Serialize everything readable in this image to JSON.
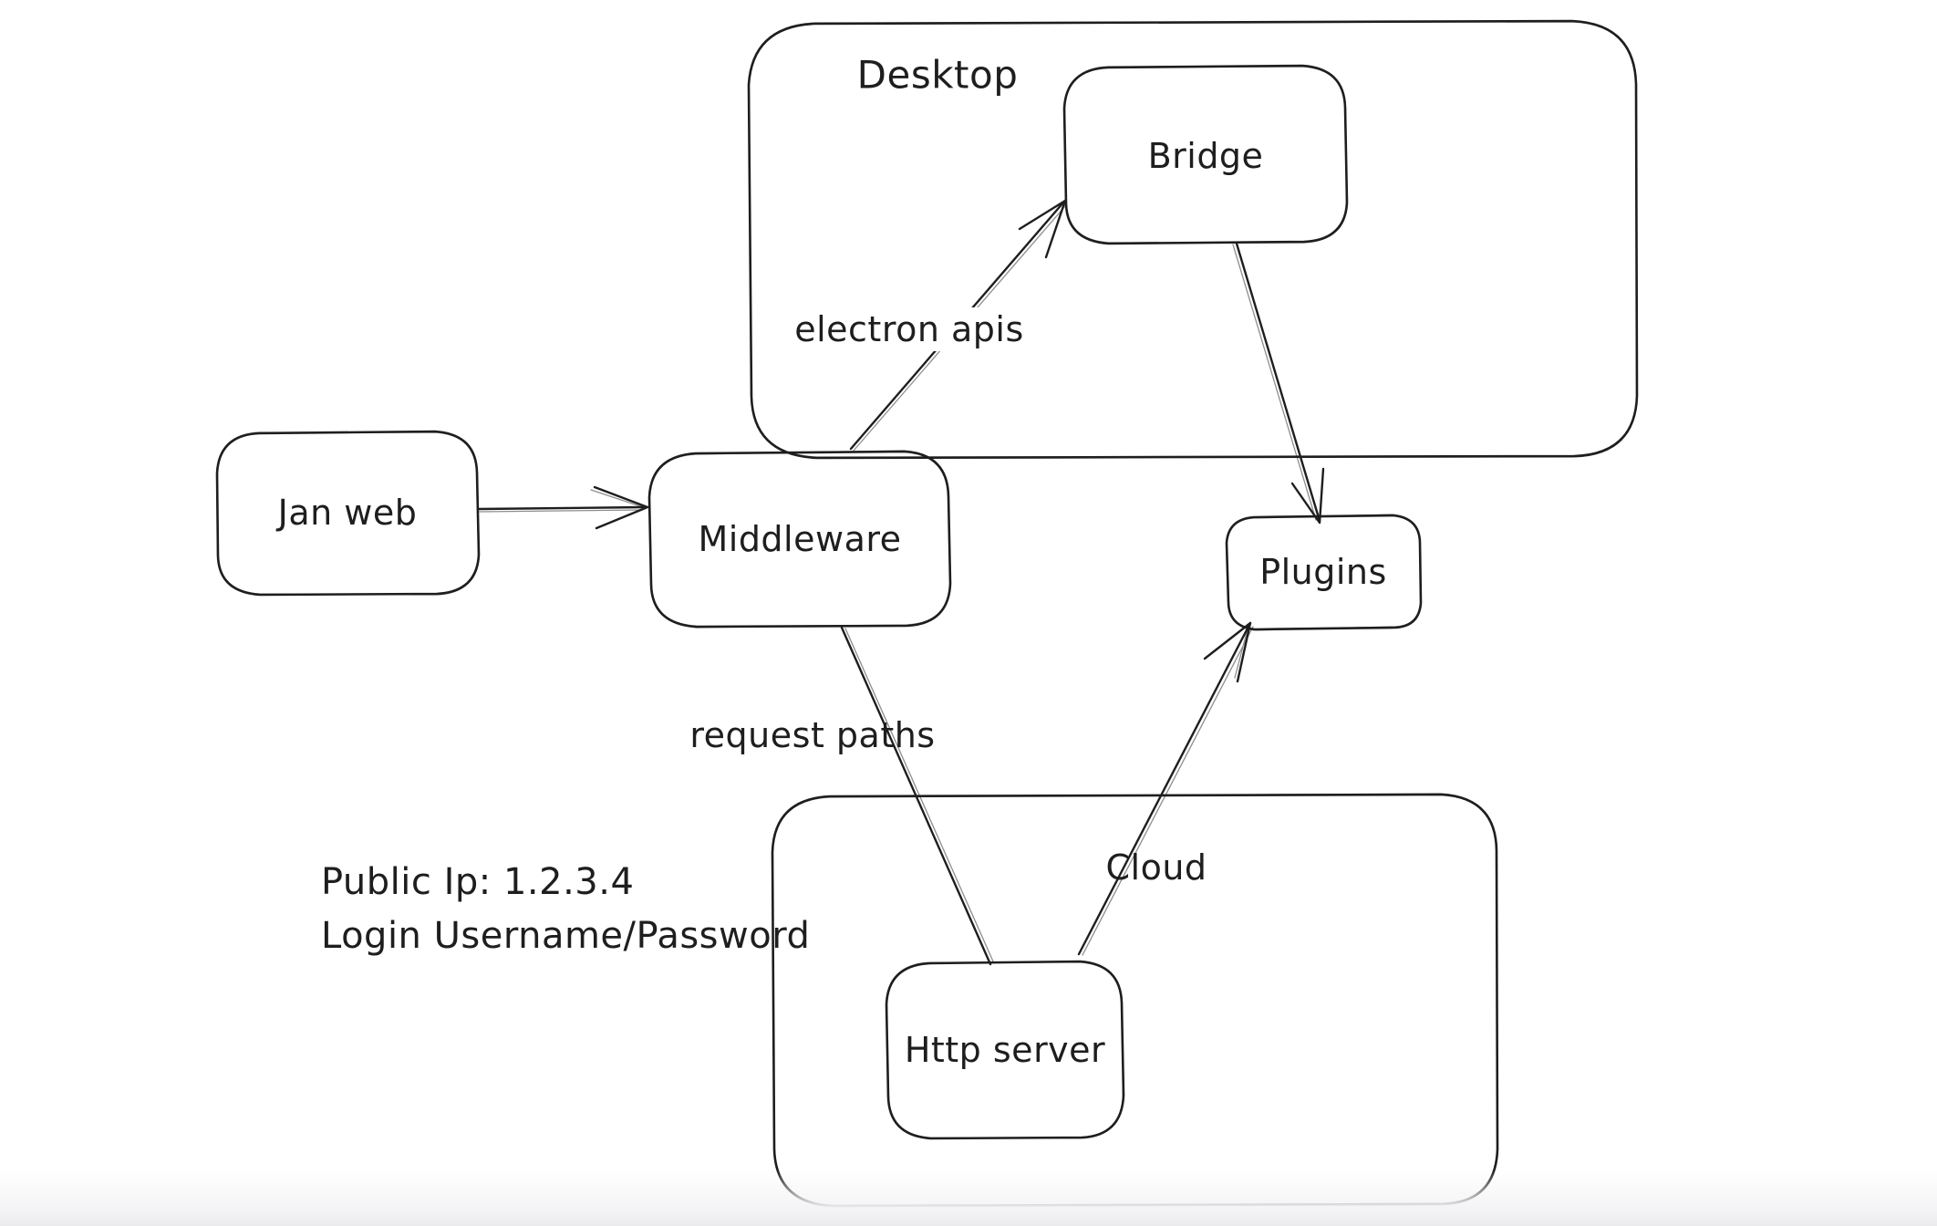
{
  "canvas": {
    "background_color": "#ffffff",
    "stroke_color": "#1e1e1e",
    "bottom_fade_color": "#ebebee",
    "style": "hand-drawn whiteboard diagram"
  },
  "containers": [
    {
      "id": "desktop",
      "label": "Desktop"
    },
    {
      "id": "cloud",
      "label": "Cloud"
    }
  ],
  "nodes": [
    {
      "id": "jan-web",
      "label": "Jan web"
    },
    {
      "id": "middleware",
      "label": "Middleware"
    },
    {
      "id": "bridge",
      "label": "Bridge",
      "inside": "Desktop"
    },
    {
      "id": "plugins",
      "label": "Plugins"
    },
    {
      "id": "http-server",
      "label": "Http server",
      "inside": "Cloud"
    }
  ],
  "edges": [
    {
      "id": "jan-web-to-middleware",
      "from": "Jan web",
      "to": "Middleware",
      "label": "",
      "arrowhead": "open"
    },
    {
      "id": "middleware-to-bridge",
      "from": "Middleware",
      "to": "Bridge",
      "label": "electron apis",
      "arrowhead": "open"
    },
    {
      "id": "bridge-to-plugins",
      "from": "Bridge",
      "to": "Plugins",
      "label": "",
      "arrowhead": "open"
    },
    {
      "id": "middleware-to-http-server",
      "from": "Middleware",
      "to": "Http server",
      "label": "request paths",
      "arrowhead": "none"
    },
    {
      "id": "http-server-to-plugins",
      "from": "Http server",
      "to": "Plugins",
      "label": "",
      "arrowhead": "open"
    }
  ],
  "annotation": {
    "line1": "Public Ip: 1.2.3.4",
    "line2": "Login Username/Password"
  }
}
